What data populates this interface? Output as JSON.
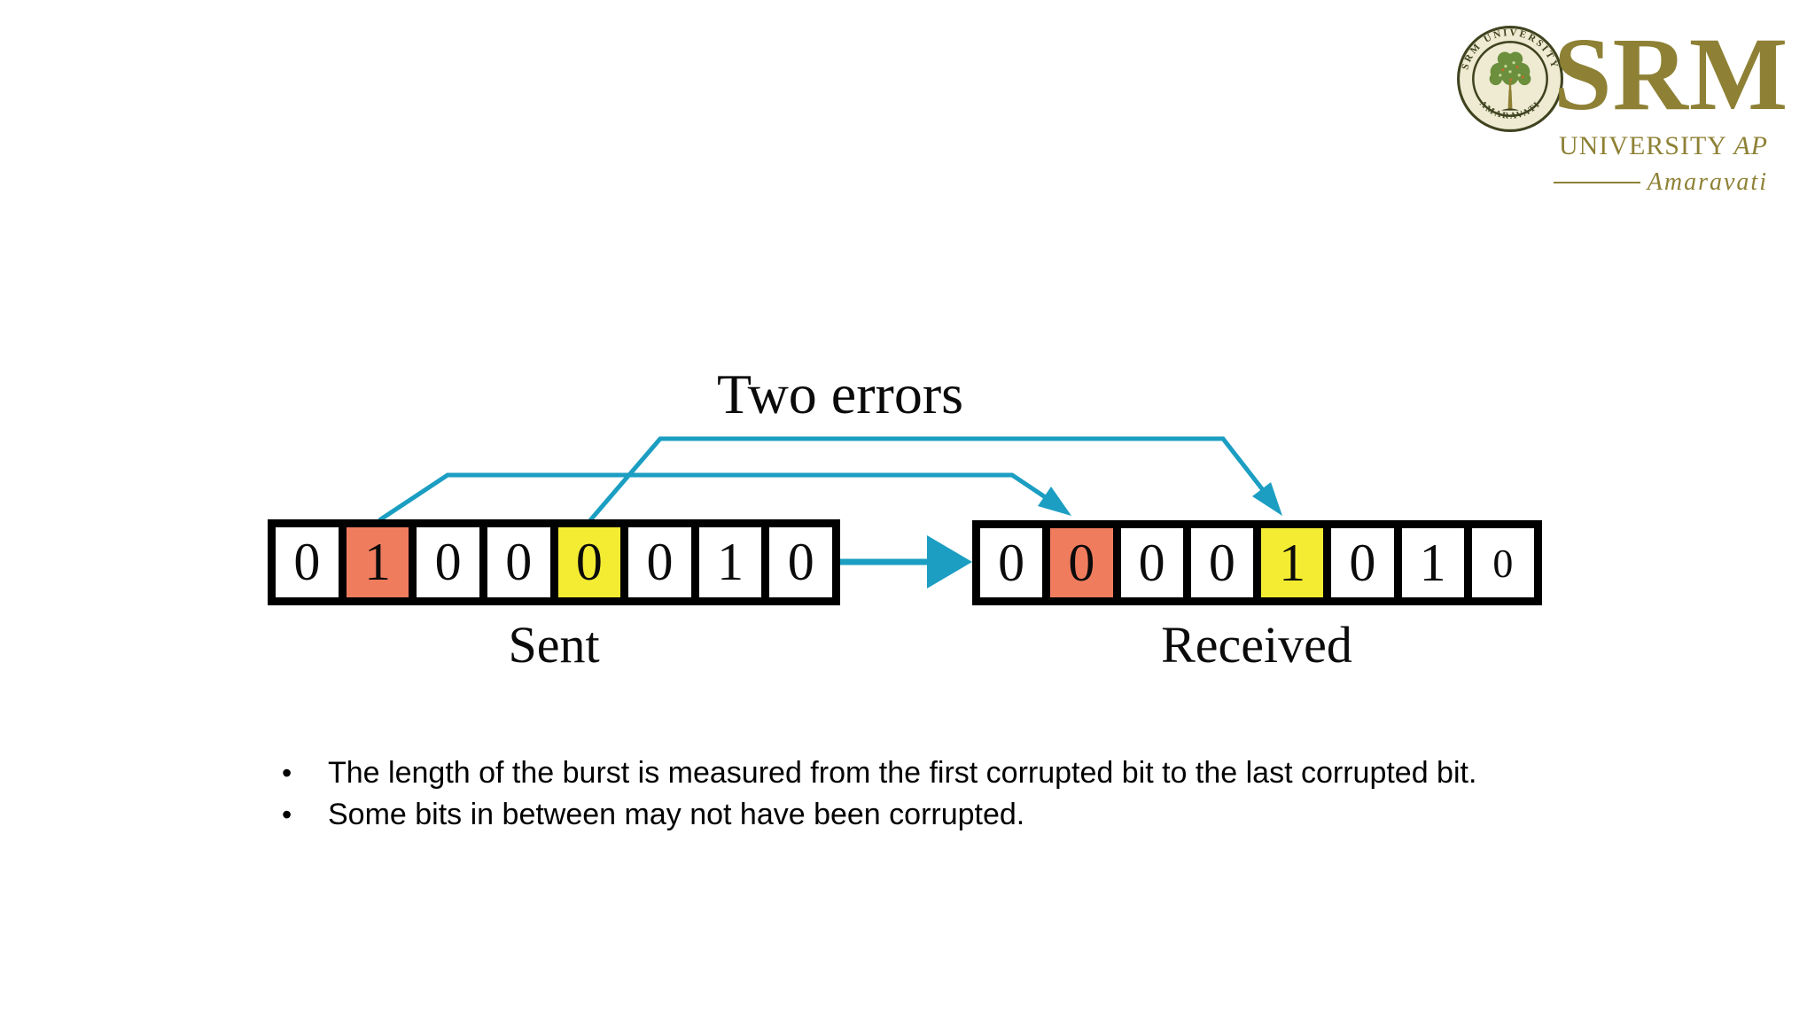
{
  "colors": {
    "arrow_teal": "#1B9EC2",
    "salmon": "#F07C5E",
    "yellow": "#F4EC33",
    "logo_gold": "#8E8135",
    "seal_dark": "#3F431F",
    "seal_cream": "#EFEBD3"
  },
  "logo": {
    "seal_top": "SRM UNIVERSITY",
    "seal_bottom": "AMARAVATI",
    "brand": "SRM",
    "line2": "UNIVERSITY ",
    "line2_italic": "AP",
    "tagline": "Amaravati"
  },
  "diagram": {
    "title": "Two errors",
    "sent": {
      "label": "Sent",
      "bits": [
        {
          "value": "0",
          "highlight": null
        },
        {
          "value": "1",
          "highlight": "salmon"
        },
        {
          "value": "0",
          "highlight": null
        },
        {
          "value": "0",
          "highlight": null
        },
        {
          "value": "0",
          "highlight": "yellow"
        },
        {
          "value": "0",
          "highlight": null
        },
        {
          "value": "1",
          "highlight": null
        },
        {
          "value": "0",
          "highlight": null
        }
      ]
    },
    "received": {
      "label": "Received",
      "bits": [
        {
          "value": "0",
          "highlight": null
        },
        {
          "value": "0",
          "highlight": "salmon"
        },
        {
          "value": "0",
          "highlight": null
        },
        {
          "value": "0",
          "highlight": null
        },
        {
          "value": "1",
          "highlight": "yellow"
        },
        {
          "value": "0",
          "highlight": null
        },
        {
          "value": "1",
          "highlight": null
        },
        {
          "value": "0",
          "highlight": null,
          "small": true
        }
      ]
    }
  },
  "bullets": {
    "items": [
      "The length of the burst is measured from the first corrupted bit to the last corrupted bit.",
      "Some bits in between may not have been corrupted."
    ]
  }
}
